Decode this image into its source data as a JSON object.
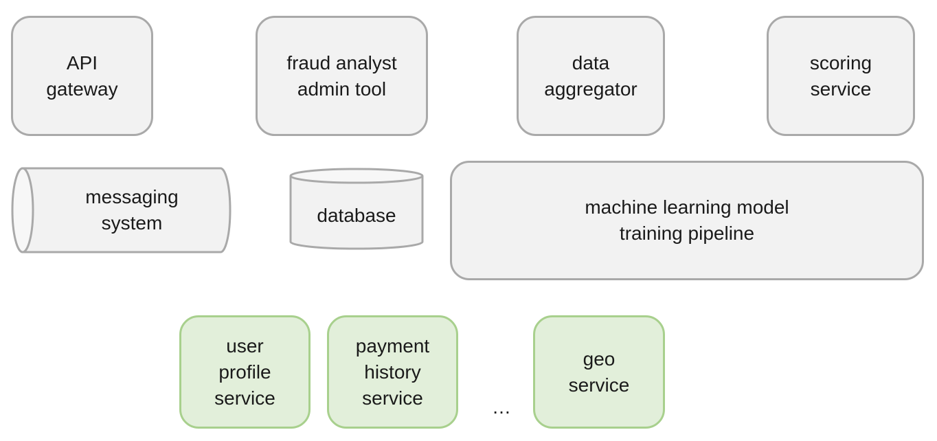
{
  "components": {
    "api_gateway": "API\ngateway",
    "fraud_admin": "fraud analyst\nadmin tool",
    "data_aggregator": "data\naggregator",
    "scoring_service": "scoring\nservice",
    "messaging_system": "messaging\nsystem",
    "database": "database",
    "ml_pipeline": "machine learning model\ntraining pipeline"
  },
  "services": {
    "user_profile": "user\nprofile\nservice",
    "payment_history": "payment\nhistory\nservice",
    "ellipsis": "…",
    "geo": "geo\nservice"
  },
  "colors": {
    "gray_fill": "#f2f2f2",
    "gray_border": "#a9a9a9",
    "green_fill": "#e2efda",
    "green_border": "#a8d08d"
  }
}
